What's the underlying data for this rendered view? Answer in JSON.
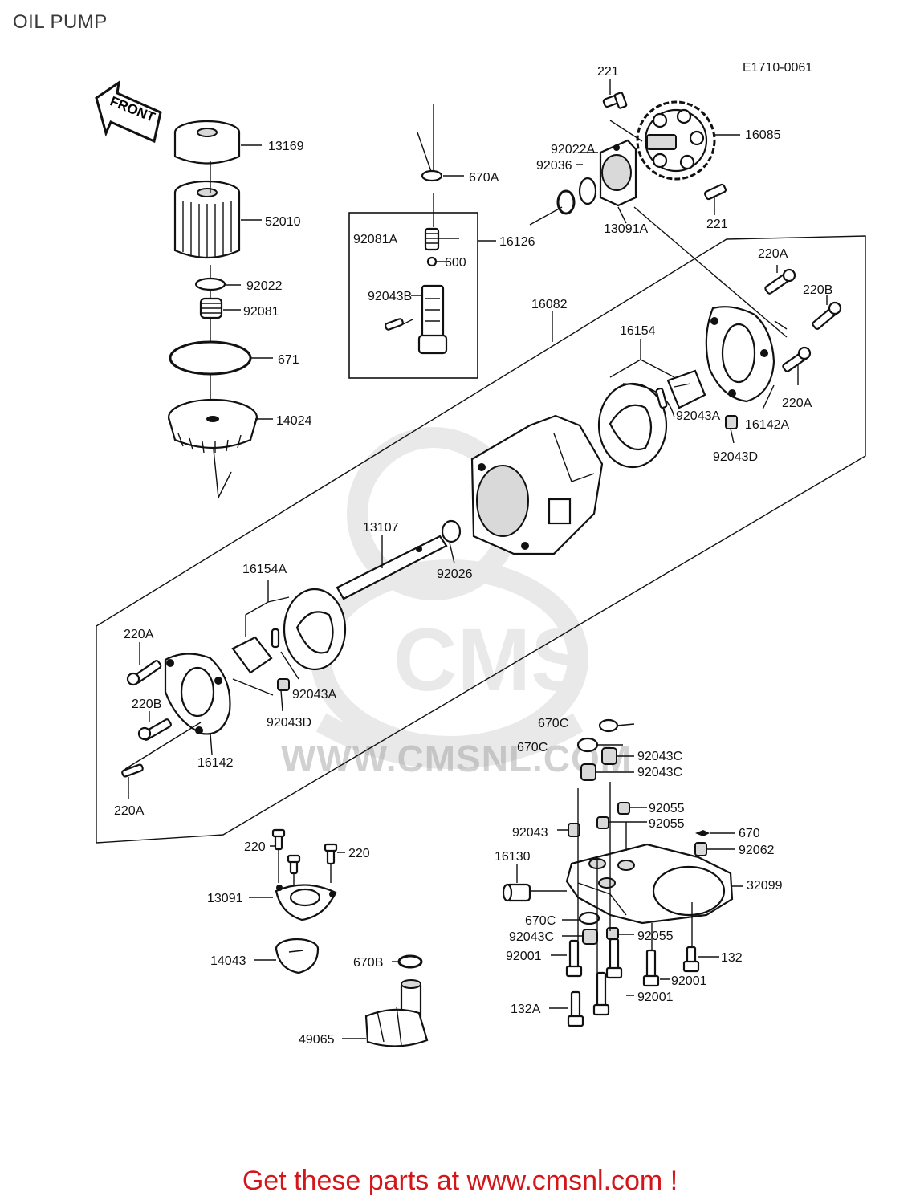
{
  "title": "OIL PUMP",
  "diagram_code": "E1710-0061",
  "front_label": "FRONT",
  "watermark_text": "WWW.CMSNL.COM",
  "footer_text": "Get these parts at www.cmsnl.com !",
  "labels": {
    "l13169": "13169",
    "l52010": "52010",
    "l92022": "92022",
    "l92081": "92081",
    "l671": "671",
    "l14024": "14024",
    "l670A": "670A",
    "l16126": "16126",
    "l92081A": "92081A",
    "l600": "600",
    "l92043B": "92043B",
    "l221a": "221",
    "l221b": "221",
    "l16085": "16085",
    "l92022A": "92022A",
    "l92036": "92036",
    "l13091A": "13091A",
    "l16082": "16082",
    "l220A_top": "220A",
    "l220B_top": "220B",
    "l220A_right": "220A",
    "l16154": "16154",
    "l92043A_r": "92043A",
    "l16142A": "16142A",
    "l92043D_r": "92043D",
    "l13107": "13107",
    "l92026": "92026",
    "l16154A": "16154A",
    "l220A_left": "220A",
    "l220B_left": "220B",
    "l92043A_l": "92043A",
    "l92043D_l": "92043D",
    "l16142": "16142",
    "l220A_bottom": "220A",
    "l670C_1": "670C",
    "l670C_2": "670C",
    "l92043C_1": "92043C",
    "l92043C_2": "92043C",
    "l92055_1": "92055",
    "l92055_2": "92055",
    "l92043": "92043",
    "l670": "670",
    "l92062": "92062",
    "l16130": "16130",
    "l32099": "32099",
    "l670C_3": "670C",
    "l92043C_3": "92043C",
    "l92055_3": "92055",
    "l92001_1": "92001",
    "l132": "132",
    "l92001_2": "92001",
    "l92001_3": "92001",
    "l132A": "132A",
    "l220_1": "220",
    "l220_2": "220",
    "l13091": "13091",
    "l14043": "14043",
    "l670B": "670B",
    "l49065": "49065"
  }
}
